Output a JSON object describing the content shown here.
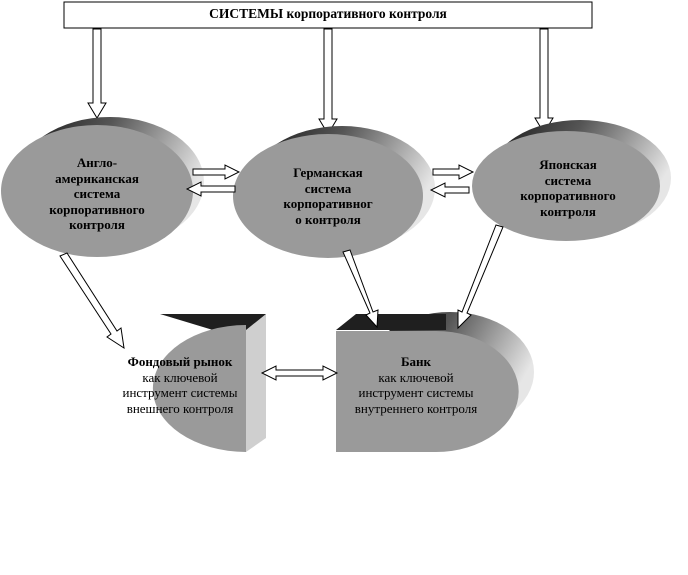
{
  "title": {
    "caps": "СИСТЕМЫ",
    "rest": "корпоративного контроля"
  },
  "nodes": {
    "anglo": {
      "lines": [
        "Англо-",
        "американская",
        "система",
        "корпоративного",
        "контроля"
      ]
    },
    "german": {
      "lines": [
        "Германская",
        "система",
        "корпоративног",
        "о контроля"
      ]
    },
    "japan": {
      "lines": [
        "Японская",
        "система",
        "корпоративного",
        "контроля"
      ]
    },
    "stock": {
      "heading": "Фондовый рынок",
      "lines": [
        "как ключевой",
        "инструмент системы",
        "внешнего контроля"
      ]
    },
    "bank": {
      "heading": "Банк",
      "lines": [
        "как ключевой",
        "инструмент системы",
        "внутреннего контроля"
      ]
    }
  },
  "colors": {
    "node_fill": "#9a9a9a",
    "shadow_dark": "#1f1f1f",
    "shadow_light": "#d8d8d8",
    "line": "#000000",
    "background": "#ffffff"
  }
}
